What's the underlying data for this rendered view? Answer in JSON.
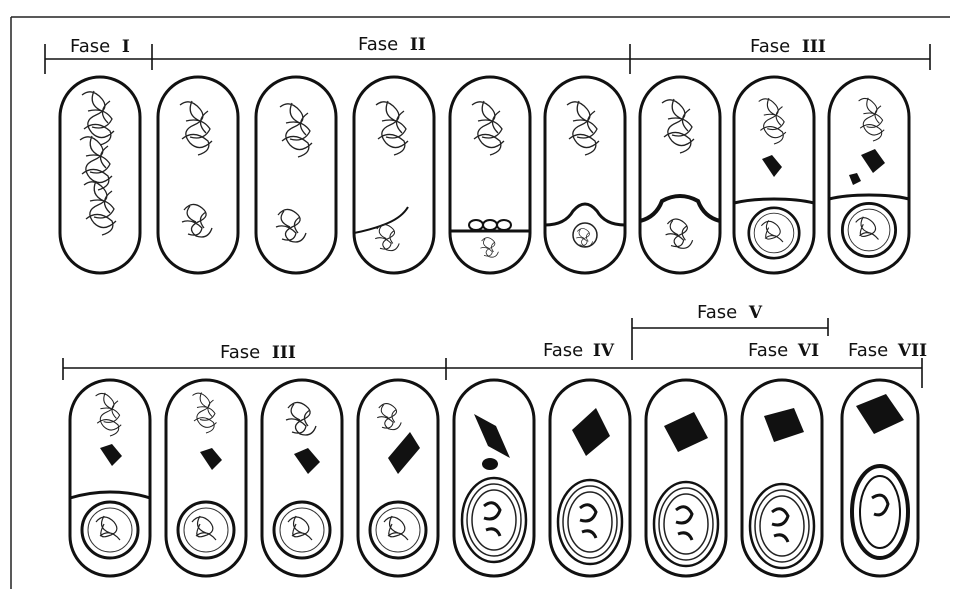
{
  "diagram": {
    "row1": {
      "brackets": [
        {
          "id": "fase-1",
          "word": "Fase",
          "numeral": "I"
        },
        {
          "id": "fase-2",
          "word": "Fase",
          "numeral": "II"
        },
        {
          "id": "fase-3a",
          "word": "Fase",
          "numeral": "III"
        }
      ],
      "cell_count": 9
    },
    "row2": {
      "brackets": [
        {
          "id": "fase-3b",
          "word": "Fase",
          "numeral": "III"
        },
        {
          "id": "fase-4",
          "word": "Fase",
          "numeral": "IV"
        },
        {
          "id": "fase-5",
          "word": "Fase",
          "numeral": "V"
        },
        {
          "id": "fase-6",
          "word": "Fase",
          "numeral": "VI"
        },
        {
          "id": "fase-7",
          "word": "Fase",
          "numeral": "VII"
        }
      ],
      "cell_count": 9
    }
  }
}
